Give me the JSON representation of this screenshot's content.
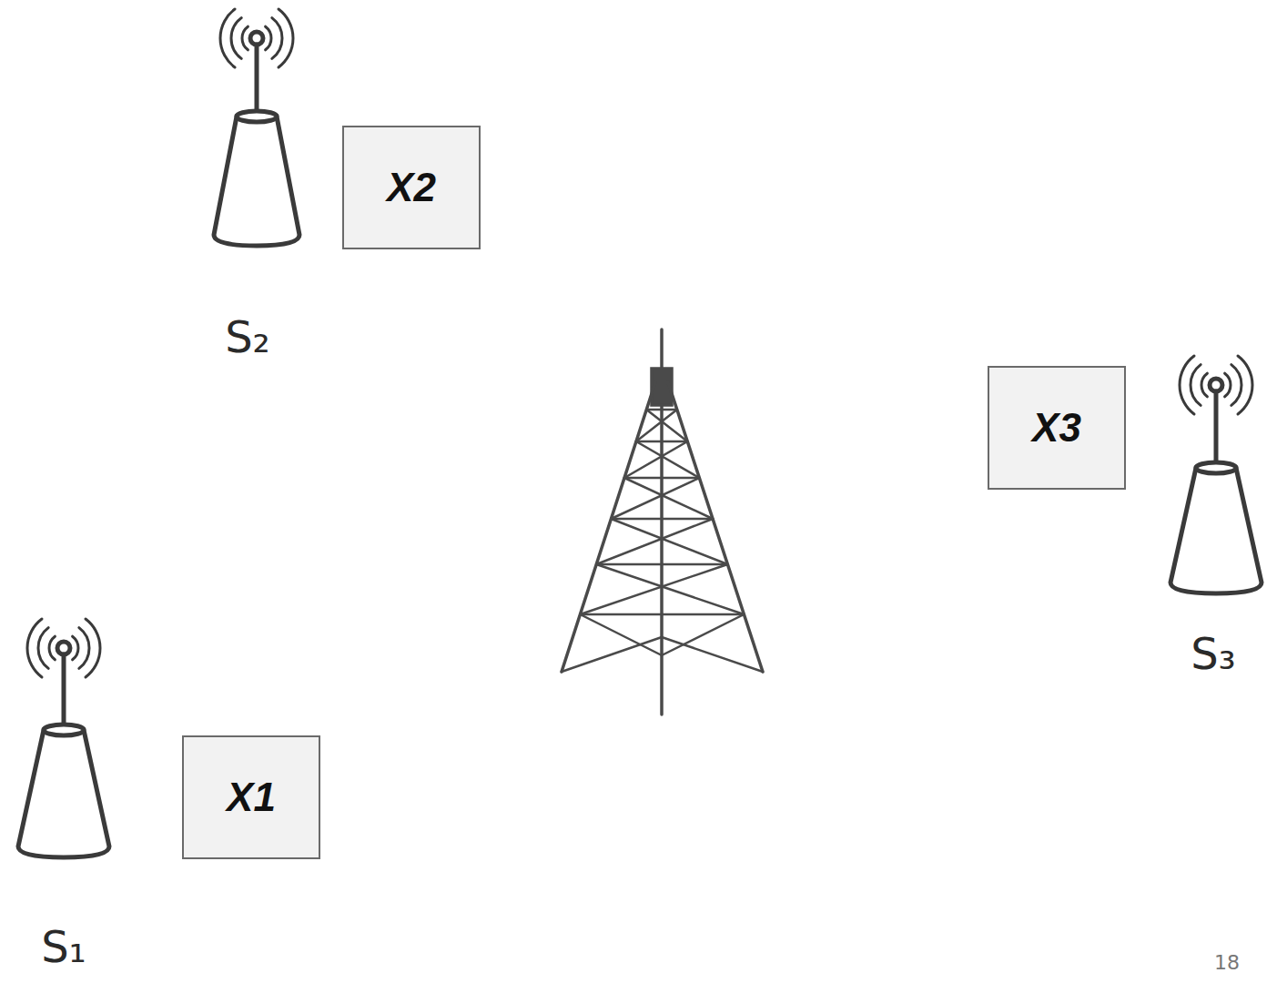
{
  "diagram": {
    "nodes": [
      {
        "text": [
          "X2"
        ]
      },
      {
        "text": [
          "X3"
        ]
      },
      {
        "text": [
          "X1"
        ]
      }
    ],
    "labels": [
      "S₂",
      "S₃",
      "S₁",
      "18"
    ]
  }
}
